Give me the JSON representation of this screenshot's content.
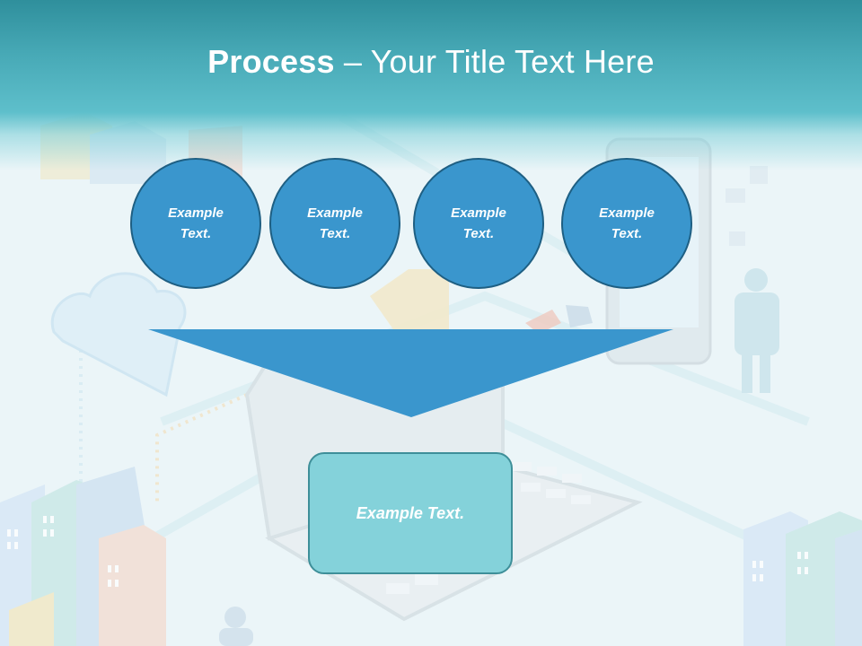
{
  "slide": {
    "title_strong": "Process",
    "title_rest": " – Your Title Text Here"
  },
  "circles": [
    {
      "label_line1": "Example",
      "label_line2": "Text."
    },
    {
      "label_line1": "Example",
      "label_line2": "Text."
    },
    {
      "label_line1": "Example",
      "label_line2": "Text."
    },
    {
      "label_line1": "Example",
      "label_line2": "Text."
    }
  ],
  "result": {
    "label": "Example Text."
  },
  "colors": {
    "title_band": "#47a9b6",
    "circle_fill": "#3a96cd",
    "circle_border": "#1e5f83",
    "funnel_fill": "#3a96cd",
    "result_fill": "#84d2da",
    "result_border": "#3e8f99",
    "text": "#ffffff"
  }
}
